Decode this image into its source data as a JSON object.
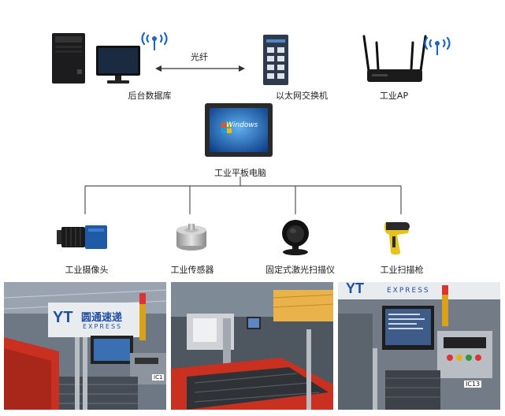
{
  "nodes": {
    "database": "后台数据库",
    "switch": "以太网交换机",
    "ap": "工业AP",
    "tablet": "工业平板电脑",
    "camera": "工业摄像头",
    "sensor": "工业传感器",
    "laser_scanner": "固定式激光扫描仪",
    "scan_gun": "工业扫描枪"
  },
  "link": {
    "fiber": "光纤"
  },
  "screen": {
    "os": "Windows"
  },
  "photos": {
    "brand_logo": "YT",
    "brand_cn": "圆通速递",
    "brand_en": "EXPRESS",
    "tag_left": "IC1",
    "tag_right": "IC13"
  },
  "colors": {
    "line": "#555555",
    "brand_blue": "#1f4ea3",
    "conveyor_red": "#c9301f",
    "scanner_yellow": "#e6c21a"
  }
}
